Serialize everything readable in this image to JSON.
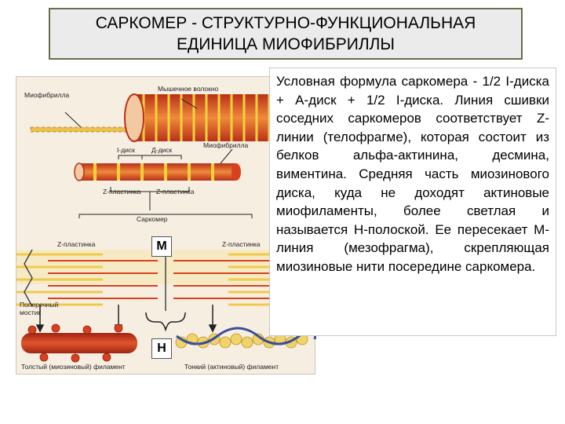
{
  "title": {
    "line1": "САРКОМЕР - СТРУКТУРНО-ФУНКЦИОНАЛЬНАЯ",
    "line2": "ЕДИНИЦА МИОФИБРИЛЛЫ"
  },
  "figure": {
    "labels": {
      "myofibril_top": "Миофибрилла",
      "muscle_fiber": "Мышечное волокно",
      "i_disk": "I-диск",
      "d_disk": "Д-диск",
      "myofibril_mid": "Миофибрилла",
      "z_plate_1": "Z-пластинка",
      "z_plate_2": "Z-пластинка",
      "sarcomere": "Саркомер",
      "z_plate_left": "Z-пластинка",
      "z_plate_right": "Z-пластинка",
      "m_box": "М",
      "cross_bridge": "Поперечный мостик",
      "h_box": "Н",
      "thick_filament": "Толстый (миозиновый) филамент",
      "thin_filament": "Тонкий (актиновый) филамент"
    },
    "colors": {
      "background": "#f7eee2",
      "fiber_red": "#d9411e",
      "fiber_yellow": "#f2c230",
      "filament_yellow": "#f1d36a",
      "myosin_red": "#c8331a",
      "actin_blue": "#3a4f9c"
    }
  },
  "text": {
    "body": "Условная формула саркомера - 1/2 I-диска + А-диск + 1/2 I-диска. Линия сшивки соседних саркомеров соответствует Z-линии (телофрагме), которая состоит из белков альфа-актинина, десмина, виментина. Средняя часть миозинового диска, куда не доходят актиновые миофиламенты, более светлая и называется Н-полоской. Ее пересекает М-линия (мезофрагма), скрепляющая миозиновые нити посередине саркомера."
  }
}
